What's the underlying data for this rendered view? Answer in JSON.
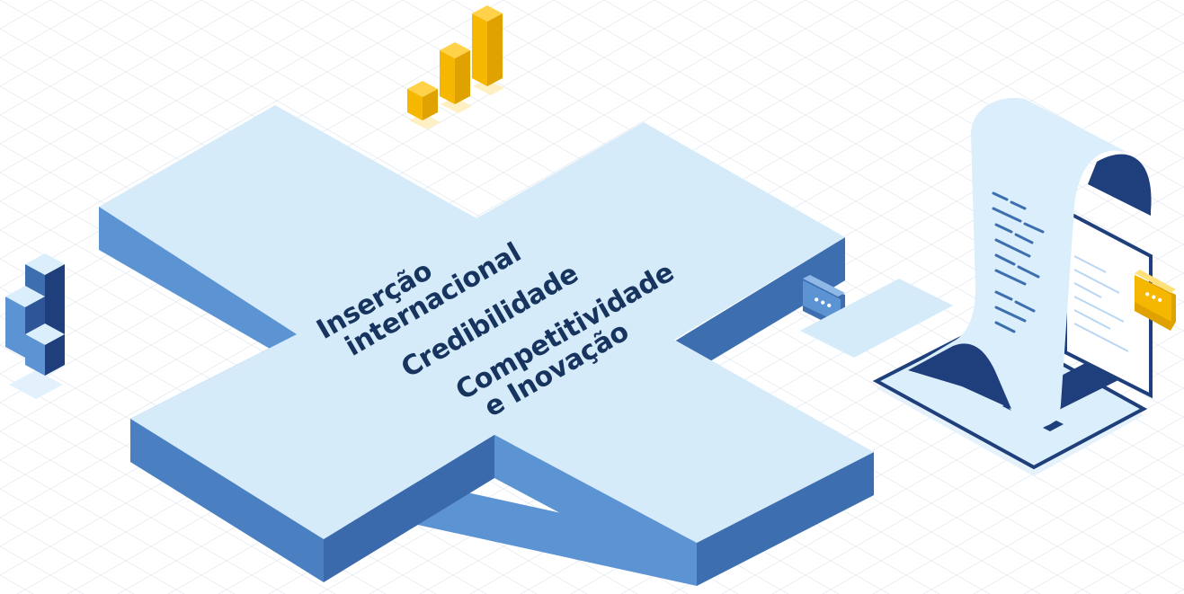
{
  "slogans": {
    "line1a": "Inserção",
    "line1b": "internacional",
    "line2": "Credibilidade",
    "line3a": "Competitividade",
    "line3b": "e Inovação"
  },
  "chat_bubble_left": {
    "text": "•••",
    "icon": "chat-bubble-icon"
  },
  "chat_bubble_right": {
    "text": "•••",
    "icon": "chat-bubble-icon"
  },
  "colors": {
    "plus_top": "#d5ebfa",
    "plus_side_dark": "#3d6fb0",
    "plus_side_light": "#5b93d3",
    "navy": "#1e3f7b",
    "gold": "#f5b700",
    "gold_light": "#ffd24a",
    "grid": "#e8edf3",
    "paper": "#dbeefb"
  },
  "icons": [
    "bar-chart-icon",
    "stacked-cubes-icon",
    "laptop-icon",
    "paper-scroll-icon",
    "chat-bubble-icon"
  ]
}
